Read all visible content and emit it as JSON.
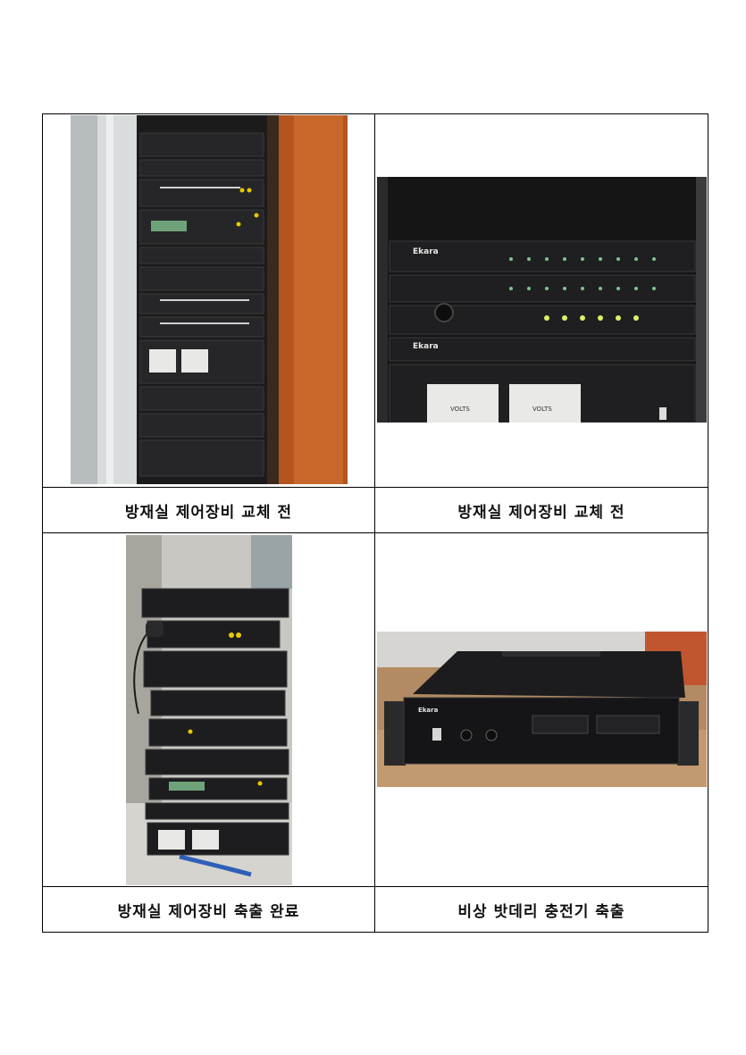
{
  "captions": [
    "방재실 제어장비 교체 전",
    "방재실 제어장비 교체 전",
    "방재실 제어장비 축출 완료",
    "비상 밧데리 충전기 축출"
  ],
  "photos": [
    {
      "icon": "rack-photo-icon",
      "description_visible": false
    },
    {
      "icon": "panel-closeup-photo-icon",
      "description_visible": false
    },
    {
      "icon": "stacked-equipment-photo-icon",
      "description_visible": false
    },
    {
      "icon": "battery-charger-photo-icon",
      "description_visible": false
    }
  ],
  "brand_marks": [
    "Ekara",
    "VOLTS"
  ]
}
